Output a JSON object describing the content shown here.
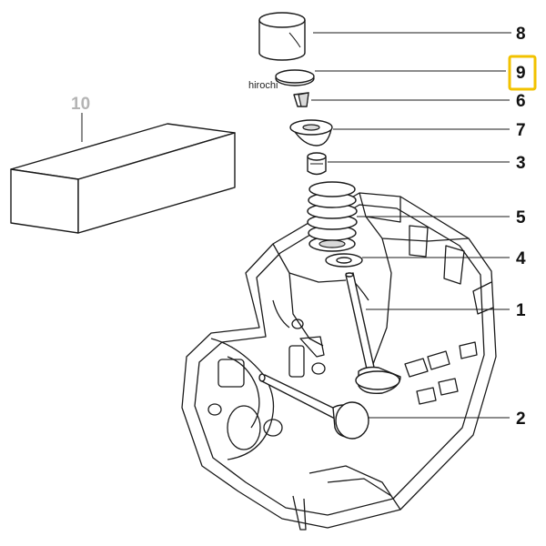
{
  "watermark": "hirochi",
  "callouts": [
    {
      "id": "8",
      "text": "8",
      "highlighted": false
    },
    {
      "id": "9",
      "text": "9",
      "highlighted": true
    },
    {
      "id": "6",
      "text": "6",
      "highlighted": false
    },
    {
      "id": "7",
      "text": "7",
      "highlighted": false
    },
    {
      "id": "3",
      "text": "3",
      "highlighted": false
    },
    {
      "id": "5",
      "text": "5",
      "highlighted": false
    },
    {
      "id": "4",
      "text": "4",
      "highlighted": false
    },
    {
      "id": "1",
      "text": "1",
      "highlighted": false
    },
    {
      "id": "2",
      "text": "2",
      "highlighted": false
    },
    {
      "id": "10",
      "text": "10",
      "highlighted": false
    }
  ],
  "colors": {
    "highlight_box": "#f2c200",
    "line": "#1a1a1a",
    "grey_label": "#b4b4b4"
  }
}
